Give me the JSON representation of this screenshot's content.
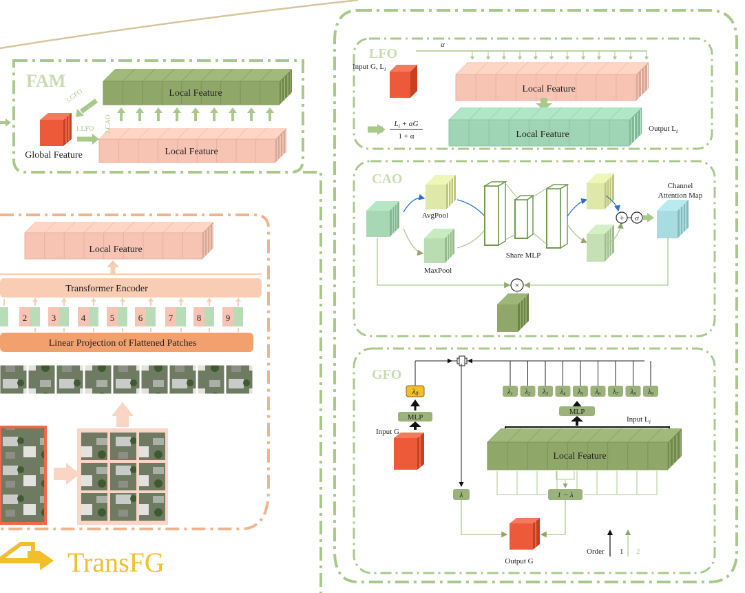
{
  "fam": {
    "title": "FAM",
    "top_feature": "Local Feature",
    "bottom_feature": "Local Feature",
    "global_label": "Global Feature",
    "step_gfo": "3.GFO",
    "step_cao": "2.CAO",
    "step_lfo": "1.LFO"
  },
  "transfg": {
    "local_feature": "Local Feature",
    "encoder": "Transformer Encoder",
    "tokens": [
      "2",
      "3",
      "4",
      "5",
      "6",
      "7",
      "8",
      "9"
    ],
    "projection": "Linear Projection of Flattened Patches",
    "title": "TransFG"
  },
  "lfo": {
    "title": "LFO",
    "alpha": "α",
    "input_label": "Input G, L",
    "input_sub": "i",
    "top_feature": "Local Feature",
    "bottom_feature": "Local Feature",
    "output_label": "Output L",
    "output_sub": "i",
    "formula_num": "L",
    "formula_num_sub": "i",
    "formula_num_rest": " + αG",
    "formula_den": "1 + α"
  },
  "cao": {
    "title": "CAO",
    "avgpool": "AvgPool",
    "maxpool": "MaxPool",
    "share_mlp": "Share MLP",
    "channel_line1": "Channel",
    "channel_line2": "Attention Map",
    "plus": "+",
    "sigma": "σ",
    "times": "×"
  },
  "gfo": {
    "title": "GFO",
    "lambda0": "λ",
    "lambda0_sub": "0",
    "lambdas": [
      "1",
      "2",
      "3",
      "4",
      "5",
      "6",
      "7",
      "8",
      "9"
    ],
    "lambda_sym": "λ",
    "mlp_left": "MLP",
    "mlp_right": "MLP",
    "input_g": "Input G",
    "input_l": "Input L",
    "input_l_sub": "i",
    "local_feature": "Local Feature",
    "lambda_box": "λ",
    "one_minus": "1 − λ",
    "output": "Output G",
    "order": "Order",
    "order1": "1",
    "order2": "2"
  },
  "colors": {
    "dash_green": "#a9c98a",
    "dash_orange": "#f0b48c",
    "pink": "#f7c4b4",
    "pink_dark": "#eaa692",
    "olive": "#8fa86a",
    "olive_dark": "#6f8a50",
    "mint": "#9fd4b4",
    "red": "#ec5a3a",
    "cyan": "#a8dce0",
    "yellow_green": "#dfe8a8",
    "encoder": "#f9cdb3",
    "projection": "#f2a06e",
    "gold": "#f2be2a",
    "lambda_box": "#9bb37a"
  }
}
